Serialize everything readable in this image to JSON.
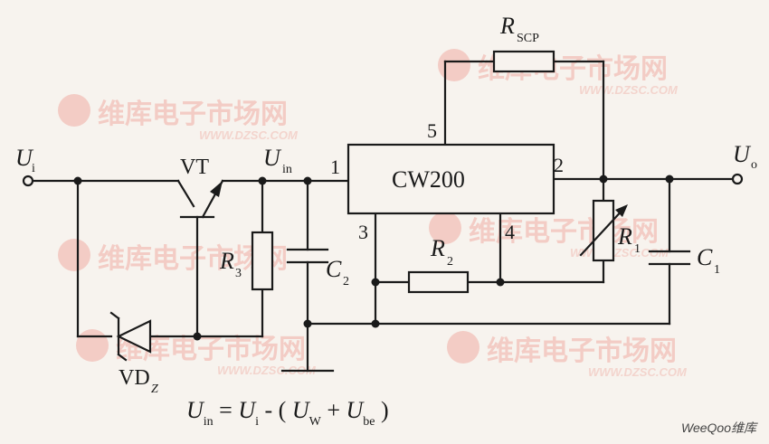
{
  "input_terminal": {
    "symbol": "U",
    "sub": "i"
  },
  "output_terminal": {
    "symbol": "U",
    "sub": "o"
  },
  "transistor": {
    "label": "VT"
  },
  "node_in": {
    "symbol": "U",
    "sub": "in"
  },
  "ic": {
    "label": "CW200",
    "pins": {
      "p1": "1",
      "p2": "2",
      "p3": "3",
      "p4": "4",
      "p5": "5"
    }
  },
  "r_scp": {
    "symbol": "R",
    "sub": "SCP"
  },
  "r1": {
    "symbol": "R",
    "sub": "1"
  },
  "r2": {
    "symbol": "R",
    "sub": "2"
  },
  "r3": {
    "symbol": "R",
    "sub": "3"
  },
  "c1": {
    "symbol": "C",
    "sub": "1"
  },
  "c2": {
    "symbol": "C",
    "sub": "2"
  },
  "zener": {
    "symbol": "VD",
    "sub": "Z"
  },
  "formula": {
    "lhs": "U",
    "lhs_sub": "in",
    "eq": " = ",
    "t1": "U",
    "t1_sub": "i",
    "minus": " - ( ",
    "t2": "U",
    "t2_sub": "W",
    "plus": " + ",
    "t3": "U",
    "t3_sub": "be",
    "close": " )"
  },
  "watermark": {
    "text": "维库电子市场网",
    "url": "WWW.DZSC.COM"
  },
  "credit": "WeeQoo维库"
}
